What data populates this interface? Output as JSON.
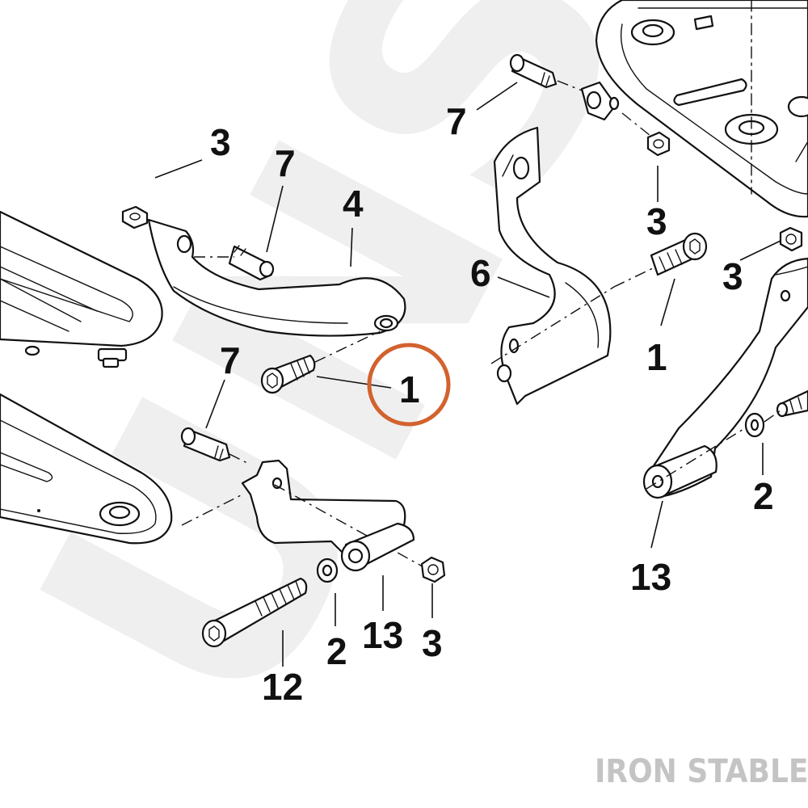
{
  "diagram": {
    "watermark": "UNSTAB",
    "brand": "IRON STABLE",
    "highlight_color": "#d2622e",
    "highlighted_callout": "1",
    "callouts": [
      "3",
      "7",
      "4",
      "7",
      "1",
      "12",
      "2",
      "13",
      "3",
      "7",
      "6",
      "3",
      "3",
      "1",
      "2",
      "13"
    ]
  }
}
